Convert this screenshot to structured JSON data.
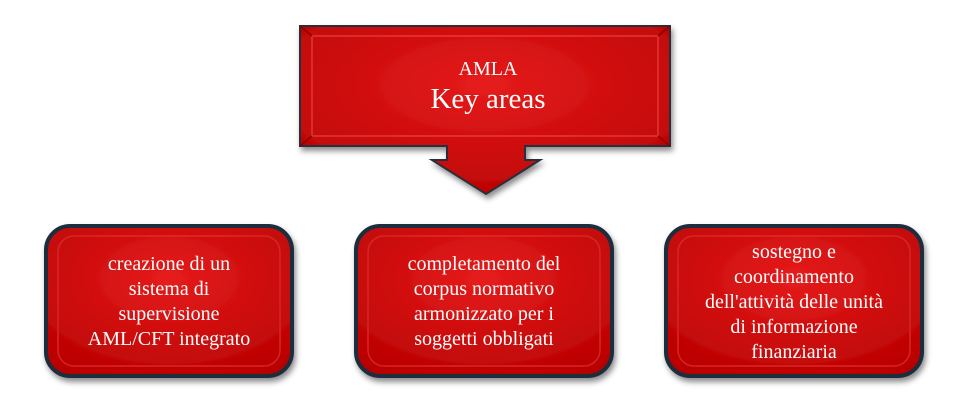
{
  "header": {
    "title_line1": "AMLA",
    "title_line2": "Key areas"
  },
  "boxes": [
    {
      "text": "creazione di un\nsistema di\nsupervisione\nAML/CFT  integrato"
    },
    {
      "text": "completamento del\ncorpus normativo\narmonizzato per i\nsoggetti obbligati"
    },
    {
      "text": "sostegno e\ncoordinamento\ndell'attività delle unità\ndi informazione\nfinanziaria"
    }
  ],
  "colors": {
    "fill_main": "#c00000",
    "fill_light": "#e01a1a",
    "border": "#1f2d3d",
    "text": "#ffffff"
  }
}
